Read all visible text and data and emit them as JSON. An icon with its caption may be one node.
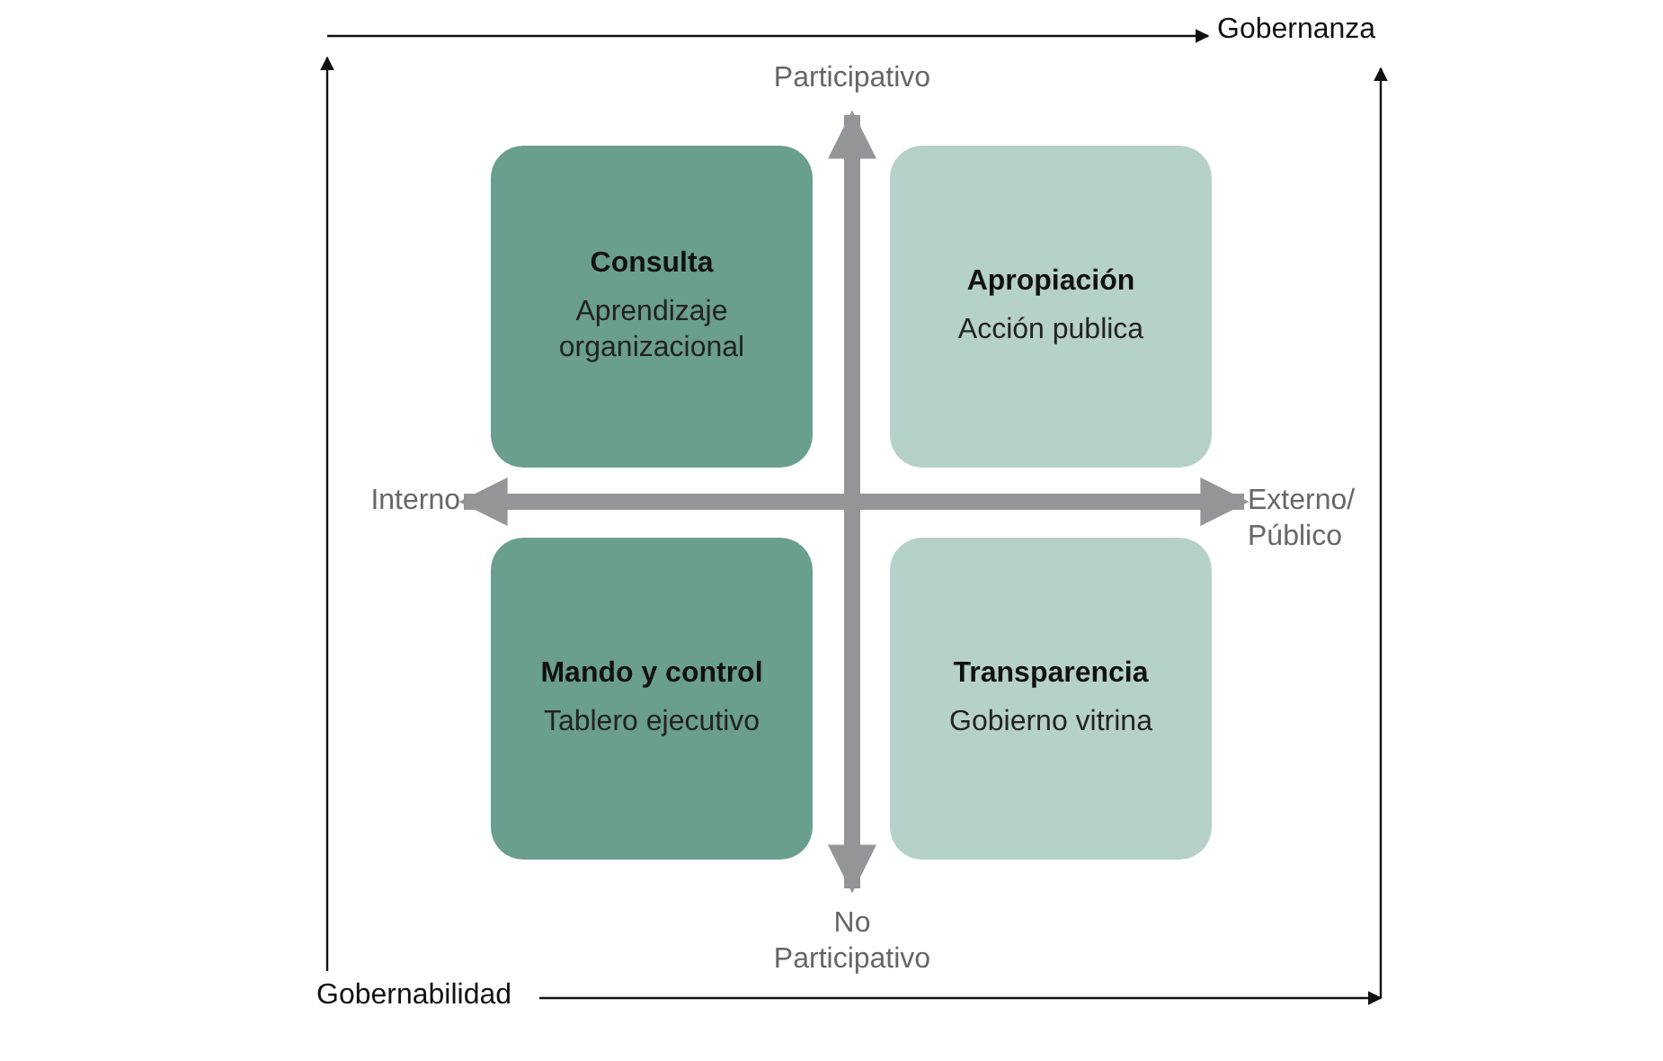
{
  "diagram": {
    "nodes": [
      {
        "text": [
          "Consulta",
          "Aprendizaje organizacional"
        ]
      },
      {
        "text": [
          "Apropiación",
          "Acción publica"
        ]
      },
      {
        "text": [
          "Mando y control",
          "Tablero ejecutivo"
        ]
      },
      {
        "text": [
          "Transparencia",
          "Gobierno vitrina"
        ]
      },
      {
        "text": [
          "Participativo"
        ]
      },
      {
        "text": [
          "Interno"
        ]
      },
      {
        "text": [
          "Externo/ Público"
        ]
      },
      {
        "text": [
          "No Participativo"
        ]
      }
    ],
    "edges": [
      {
        "from": 5,
        "to": 6,
        "arrow": "both"
      },
      {
        "from": 4,
        "to": 7,
        "arrow": "both"
      }
    ],
    "labels": [
      "Gobernanza",
      "Gobernabilidad"
    ]
  }
}
